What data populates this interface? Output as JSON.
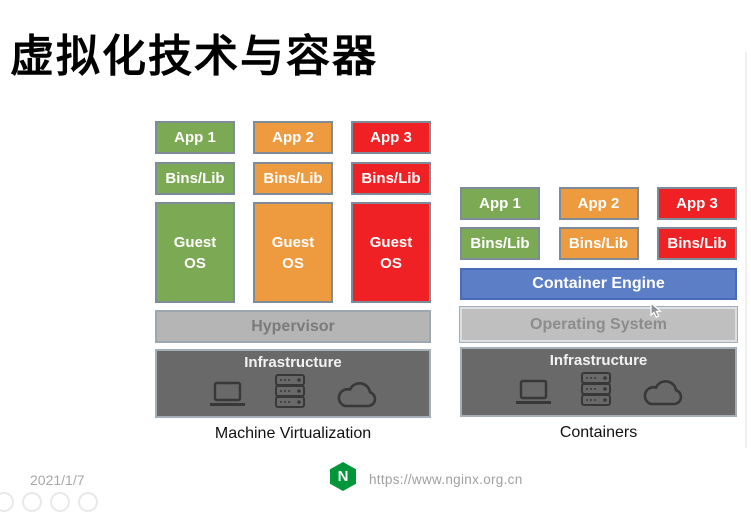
{
  "title": "虚拟化技术与容器",
  "colors": {
    "app_green": "#7CA953",
    "app_orange": "#EE9B40",
    "app_red": "#EF2125",
    "container_engine_blue": "#5B7EC7",
    "hypervisor_gray": "#B5B5B5",
    "operating_system_gray": "#BFBFBF",
    "infrastructure_gray": "#696969",
    "nginx_green": "#009639"
  },
  "virtualization_stack": {
    "columns": [
      {
        "app": "App 1",
        "bins": "Bins/Lib",
        "guest_os": "Guest OS"
      },
      {
        "app": "App 2",
        "bins": "Bins/Lib",
        "guest_os": "Guest OS"
      },
      {
        "app": "App 3",
        "bins": "Bins/Lib",
        "guest_os": "Guest OS"
      }
    ],
    "hypervisor": "Hypervisor",
    "infrastructure": "Infrastructure",
    "caption": "Machine Virtualization"
  },
  "containers_stack": {
    "columns": [
      {
        "app": "App 1",
        "bins": "Bins/Lib"
      },
      {
        "app": "App 2",
        "bins": "Bins/Lib"
      },
      {
        "app": "App 3",
        "bins": "Bins/Lib"
      }
    ],
    "container_engine": "Container Engine",
    "operating_system": "Operating System",
    "infrastructure": "Infrastructure",
    "caption": "Containers"
  },
  "footer": {
    "date": "2021/1/7",
    "logo_letter": "N",
    "url": "https://www.nginx.org.cn"
  }
}
